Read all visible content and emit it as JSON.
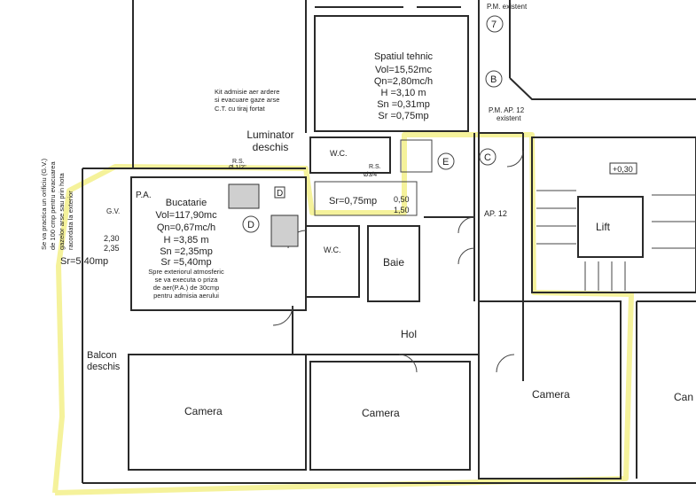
{
  "highlight_color": "#f3f08a",
  "labels": {
    "pm_existent": "P.M. existent",
    "marker_7": "7",
    "marker_b": "B",
    "pm_ap12": "P.M. AP. 12",
    "pm_ap12_existent": "existent",
    "tehnic": {
      "name": "Spatiul tehnic",
      "vol": "Vol=15,52mc",
      "qn": "Qn=2,80mc/h",
      "h": "H =3,10 m",
      "sn": "Sn =0,31mp",
      "sr": "Sr =0,75mp"
    },
    "kit": [
      "Kit admisie aer ardere",
      "si evacuare gaze arse",
      "C.T. cu tiraj fortat"
    ],
    "luminator": [
      "Luminator",
      "deschis"
    ],
    "rs_top": "R.S.",
    "rs_top_d": "Ø 1/2\"",
    "rs_mid": "R.S.",
    "rs_mid_d": "Ø3/4\"",
    "wc_top": "W.C.",
    "marker_e": "E",
    "marker_c": "C",
    "marker_d_box": "D",
    "marker_d": "D",
    "sr_light": "Sr=0,75mp",
    "sr_light_frac_top": "0,50",
    "sr_light_frac_bottom": "1,50",
    "ap12": "AP. 12",
    "level": "+0,30",
    "lift": "Lift",
    "bucatarie": {
      "name": "Bucatarie",
      "vol": "Vol=117,90mc",
      "qn": "Qn=0,67mc/h",
      "h": "H =3,85 m",
      "sn": "Sn =2,35mp",
      "sr": "Sr =5,40mp",
      "note": [
        "Spre exteriorul atmosferic",
        "se va executa o priza",
        "de aer(P.A.) de 30cmp",
        "pentru admisia aerului"
      ]
    },
    "pa": "P.A.",
    "gv": "G.V.",
    "frac_top": "2,30",
    "frac_bottom": "2,35",
    "sr_left": "Sr=5,40mp",
    "vertical_note": [
      "Se va practica un orificiu (G.V.)",
      "de 100 cmp pentru evacuarea",
      "gazelor arse sau prin hota",
      "racordata la exterior"
    ],
    "wc_bottom": "W.C.",
    "baie": "Baie",
    "hol": "Hol",
    "balcon": [
      "Balcon",
      "deschis"
    ],
    "camera1": "Camera",
    "camera2": "Camera",
    "camera3": "Camera",
    "camera4": "Can"
  }
}
